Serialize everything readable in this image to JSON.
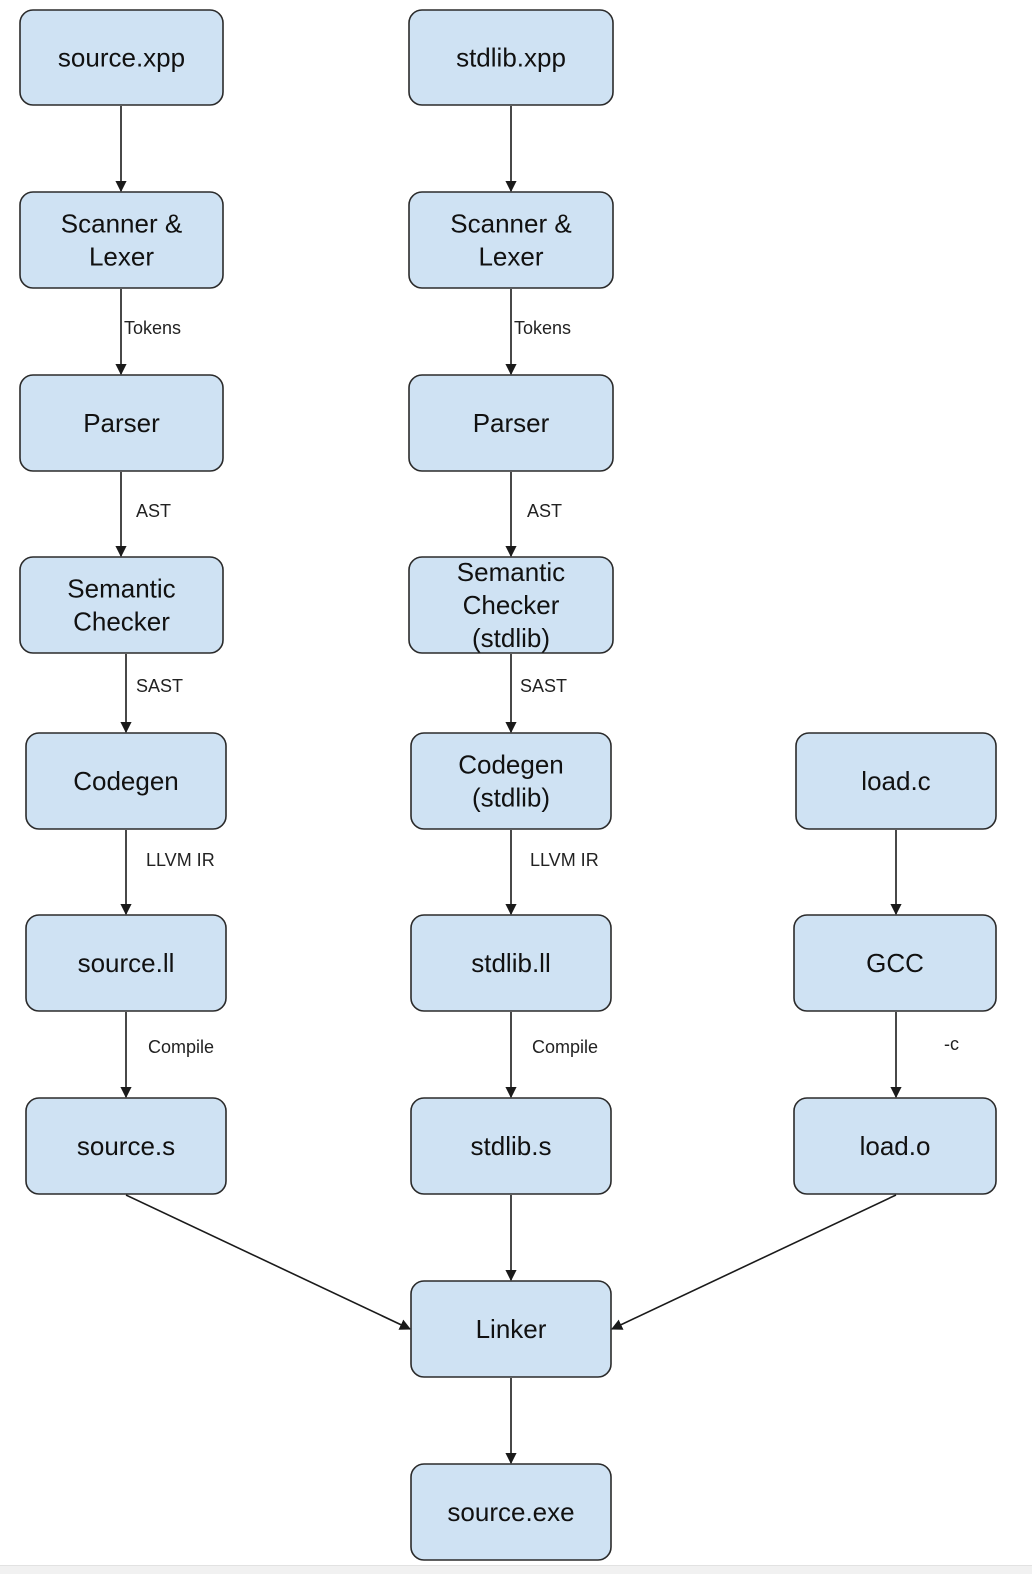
{
  "nodes": {
    "source_xpp": [
      "source.xpp"
    ],
    "scanner_1": [
      "Scanner &",
      "Lexer"
    ],
    "parser_1": [
      "Parser"
    ],
    "semantic_1": [
      "Semantic",
      "Checker"
    ],
    "codegen_1": [
      "Codegen"
    ],
    "source_ll": [
      "source.ll"
    ],
    "source_s": [
      "source.s"
    ],
    "stdlib_xpp": [
      "stdlib.xpp"
    ],
    "scanner_2": [
      "Scanner &",
      "Lexer"
    ],
    "parser_2": [
      "Parser"
    ],
    "semantic_2": [
      "Semantic",
      "Checker",
      "(stdlib)"
    ],
    "codegen_2": [
      "Codegen",
      "(stdlib)"
    ],
    "stdlib_ll": [
      "stdlib.ll"
    ],
    "stdlib_s": [
      "stdlib.s"
    ],
    "load_c": [
      "load.c"
    ],
    "gcc": [
      "GCC"
    ],
    "load_o": [
      "load.o"
    ],
    "linker": [
      "Linker"
    ],
    "source_exe": [
      "source.exe"
    ]
  },
  "edges": [
    {
      "from": "source_xpp",
      "to": "scanner_1",
      "label": ""
    },
    {
      "from": "scanner_1",
      "to": "parser_1",
      "label": "Tokens"
    },
    {
      "from": "parser_1",
      "to": "semantic_1",
      "label": "AST"
    },
    {
      "from": "semantic_1",
      "to": "codegen_1",
      "label": "SAST"
    },
    {
      "from": "codegen_1",
      "to": "source_ll",
      "label": "LLVM IR"
    },
    {
      "from": "source_ll",
      "to": "source_s",
      "label": "Compile"
    },
    {
      "from": "stdlib_xpp",
      "to": "scanner_2",
      "label": ""
    },
    {
      "from": "scanner_2",
      "to": "parser_2",
      "label": "Tokens"
    },
    {
      "from": "parser_2",
      "to": "semantic_2",
      "label": "AST"
    },
    {
      "from": "semantic_2",
      "to": "codegen_2",
      "label": "SAST"
    },
    {
      "from": "codegen_2",
      "to": "stdlib_ll",
      "label": "LLVM IR"
    },
    {
      "from": "stdlib_ll",
      "to": "stdlib_s",
      "label": "Compile"
    },
    {
      "from": "load_c",
      "to": "gcc",
      "label": ""
    },
    {
      "from": "gcc",
      "to": "load_o",
      "label": "-c"
    },
    {
      "from": "source_s",
      "to": "linker",
      "label": ""
    },
    {
      "from": "stdlib_s",
      "to": "linker",
      "label": ""
    },
    {
      "from": "load_o",
      "to": "linker",
      "label": ""
    },
    {
      "from": "linker",
      "to": "source_exe",
      "label": ""
    }
  ]
}
